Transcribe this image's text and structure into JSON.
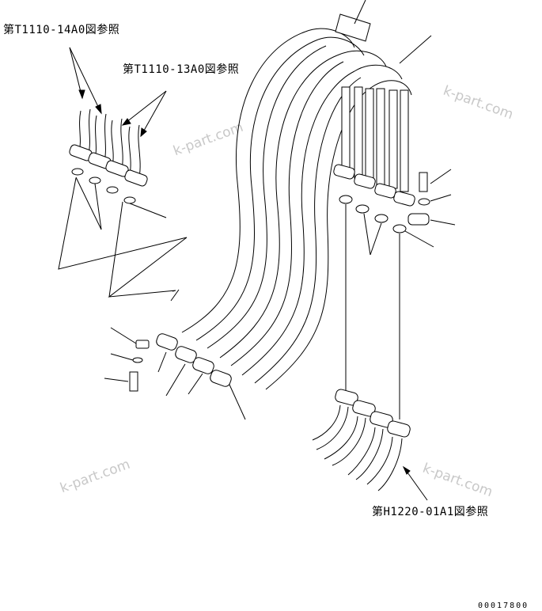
{
  "references": {
    "ref_1": "第T1110-14A0図参照",
    "ref_2": "第T1110-13A0図参照",
    "ref_3": "第H1220-01A1図参照"
  },
  "watermarks": [
    "k-part.com",
    "k-part.com",
    "k-part.com",
    "k-part.com"
  ],
  "drawing_code": "00017800"
}
